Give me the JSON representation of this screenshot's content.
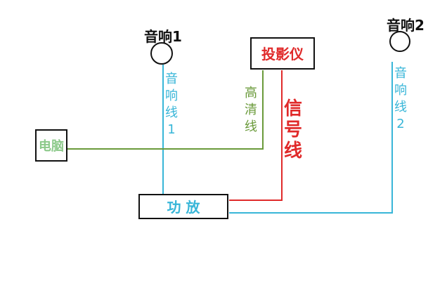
{
  "colors": {
    "black": "#111111",
    "cyan": "#38b6d8",
    "green": "#6a9a3a",
    "light_green": "#8cc98a",
    "red": "#e02a2a"
  },
  "devices": {
    "speaker1": "音响1",
    "speaker2": "音响2",
    "projector": "投影仪",
    "computer": "电脑",
    "amplifier": "功 放"
  },
  "cables": {
    "speaker_line_1": [
      "音",
      "响",
      "线",
      "1"
    ],
    "hd_line": [
      "高",
      "清",
      "线"
    ],
    "signal_line": [
      "信",
      "号",
      "线"
    ],
    "speaker_line_2": [
      "音",
      "响",
      "线",
      "2"
    ]
  }
}
